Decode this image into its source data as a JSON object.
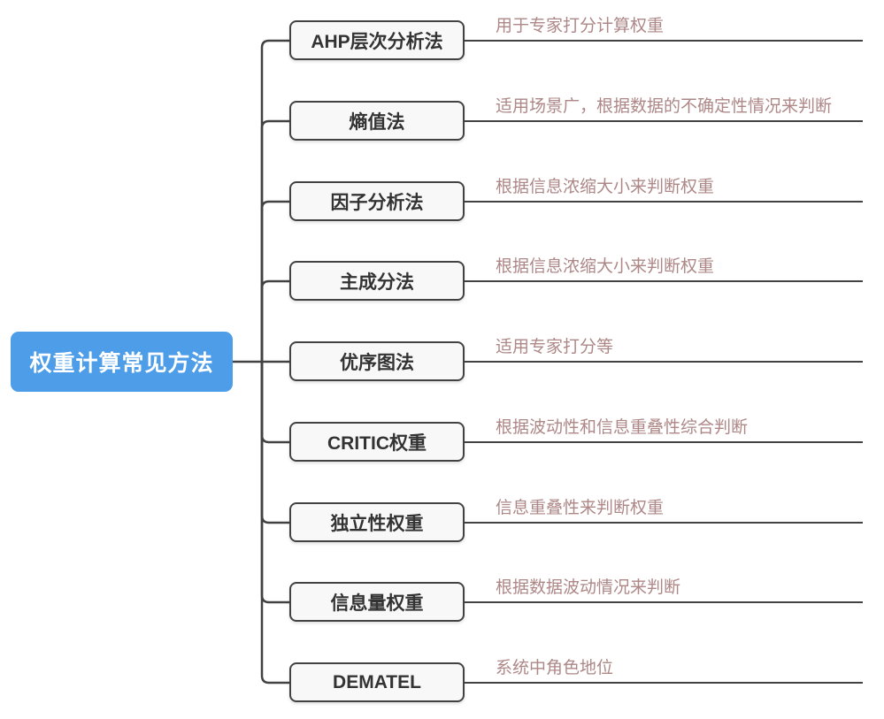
{
  "mindmap": {
    "root": {
      "label": "权重计算常见方法"
    },
    "branches": [
      {
        "label": "AHP层次分析法",
        "note": "用于专家打分计算权重"
      },
      {
        "label": "熵值法",
        "note": "适用场景广，根据数据的不确定性情况来判断"
      },
      {
        "label": "因子分析法",
        "note": "根据信息浓缩大小来判断权重"
      },
      {
        "label": "主成分法",
        "note": "根据信息浓缩大小来判断权重"
      },
      {
        "label": "优序图法",
        "note": "适用专家打分等"
      },
      {
        "label": "CRITIC权重",
        "note": "根据波动性和信息重叠性综合判断"
      },
      {
        "label": "独立性权重",
        "note": "信息重叠性来判断权重"
      },
      {
        "label": "信息量权重",
        "note": "根据数据波动情况来判断"
      },
      {
        "label": "DEMATEL",
        "note": "系统中角色地位"
      }
    ],
    "colors": {
      "root_fill": "#4e9de9",
      "root_text": "#ffffff",
      "line": "#424242",
      "box_fill": "#f8f8f8",
      "box_text": "#333333",
      "note_text": "#ae8787",
      "background": "#ffffff"
    }
  }
}
